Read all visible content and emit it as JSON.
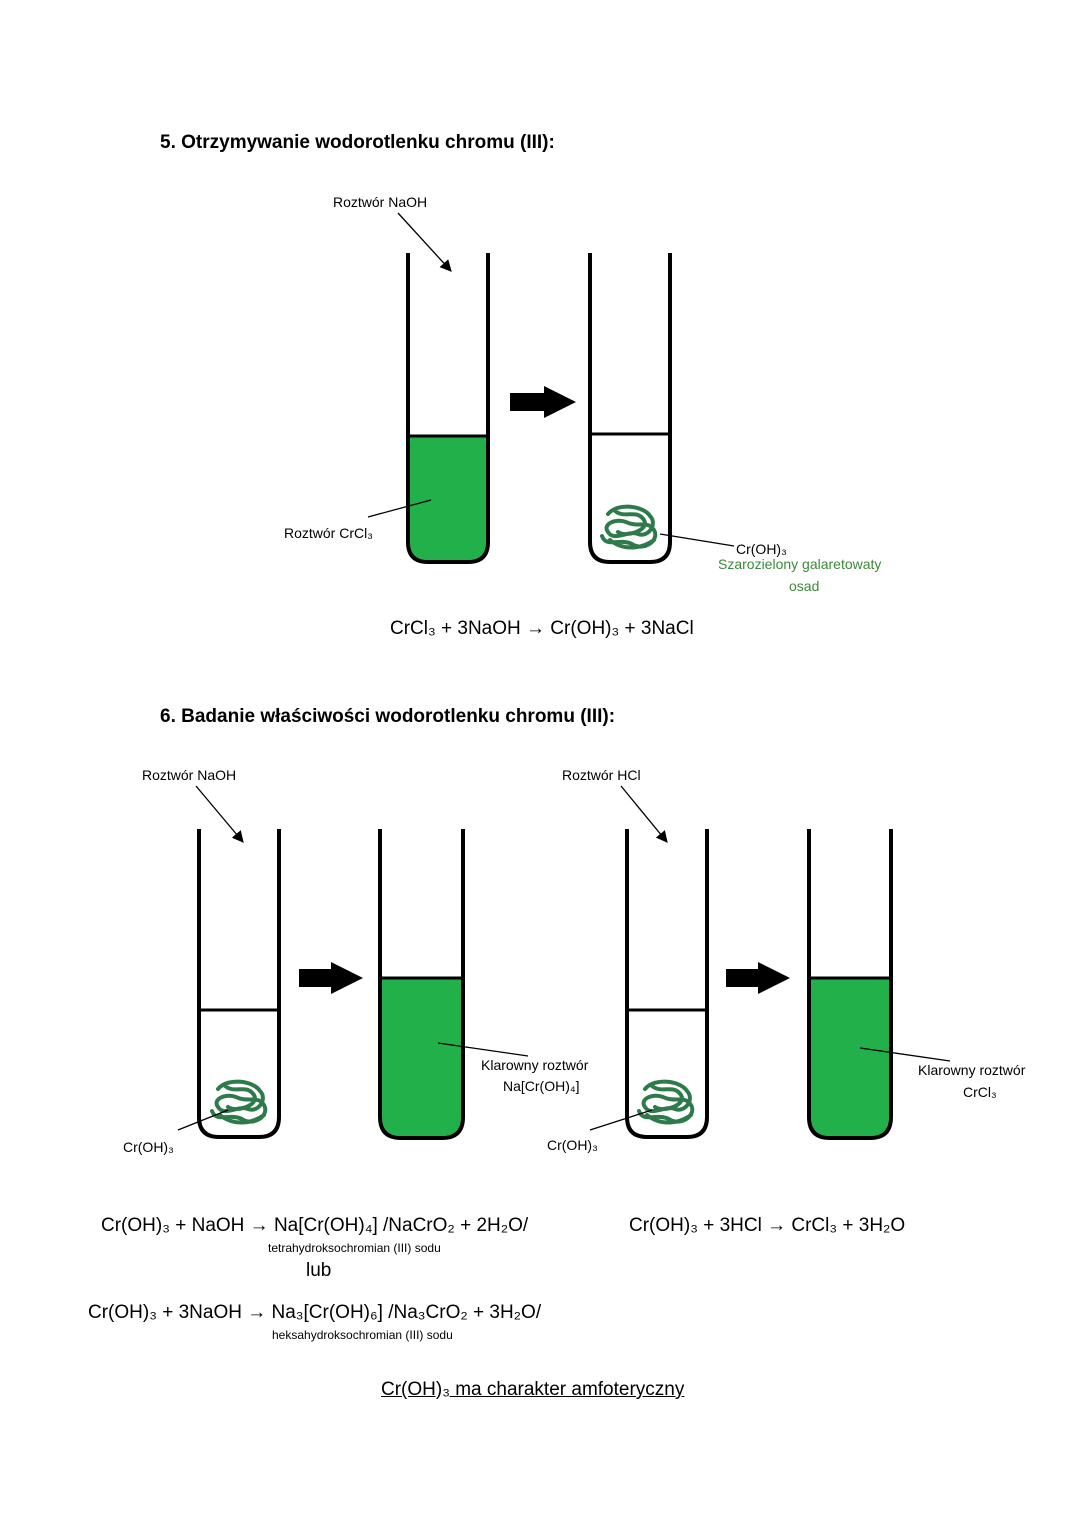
{
  "section5": {
    "heading": "5.  Otrzymywanie wodorotlenku chromu (III):",
    "label_naoh": "Roztwór NaOH",
    "label_crcl3": "Roztwór CrCl₃",
    "product_formula": "Cr(OH)₃",
    "product_desc_line1": "Szarozielony galaretowaty",
    "product_desc_line2": "osad",
    "equation": "CrCl₃  + 3NaOH → Cr(OH)₃ + 3NaCl"
  },
  "section6": {
    "heading": "6.  Badanie właściwości wodorotlenku chromu (III):",
    "label_naoh": "Roztwór NaOH",
    "label_hcl": "Roztwór HCl",
    "label_croh3_left": "Cr(OH)₃",
    "label_clear_line1": "Klarowny roztwór",
    "label_clear_line2": "Na[Cr(OH)₄]",
    "label_croh3_right": "Cr(OH)₃",
    "label_clear2_line1": "Klarowny roztwór",
    "label_clear2_line2": "CrCl₃",
    "equation1": "Cr(OH)₃  + NaOH → Na[Cr(OH)₄] /NaCrO₂ + 2H₂O/",
    "equation1_note": "tetrahydroksochromian (III) sodu",
    "or": "lub",
    "equation2": "Cr(OH)₃  + 3NaOH → Na₃[Cr(OH)₆] /Na₃CrO₂ + 3H₂O/",
    "equation2_note": "heksahydroksochromian (III) sodu",
    "equation3": "Cr(OH)₃  + 3HCl → CrCl₃ + 3H₂O",
    "conclusion": "Cr(OH)₃ ma charakter amfoteryczny"
  },
  "colors": {
    "solution_green": "#22b04a",
    "precipitate_green": "#2e7a4a",
    "description_green": "#3b8a3b"
  }
}
